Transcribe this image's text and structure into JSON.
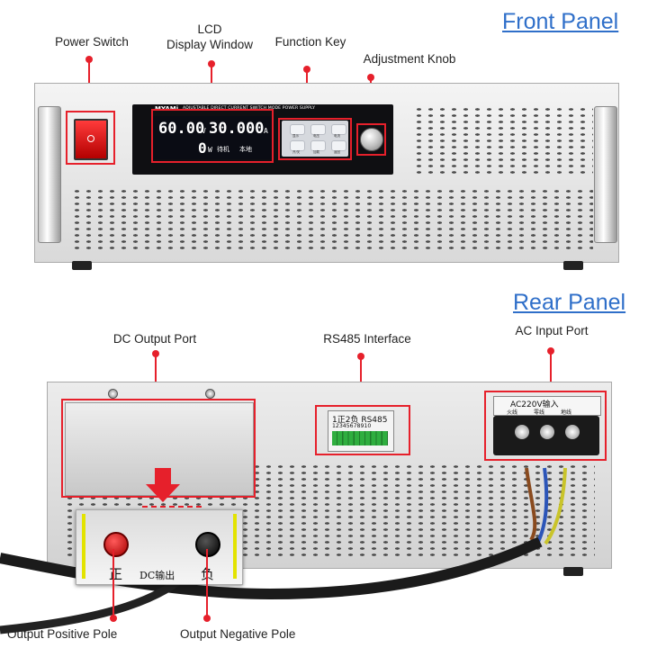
{
  "front_panel": {
    "title": "Front Panel",
    "labels": {
      "power_switch": "Power Switch",
      "lcd_line1": "LCD",
      "lcd_line2": "Display Window",
      "function_key": "Function Key",
      "adjustment_knob": "Adjustment Knob"
    },
    "brand": "MYAMi",
    "device_caption": "ADJUSTABLE DIRECT CURRENT SWITCH MODE POWER SUPPLY",
    "lcd": {
      "voltage": "60.00",
      "voltage_unit": "V",
      "current": "30.000",
      "current_unit": "A",
      "power": "0",
      "power_unit": "W",
      "status1": "待机",
      "status2": "本地"
    },
    "key_labels": [
      "显示",
      "电压",
      "电流",
      "开/关",
      "加载",
      "返回"
    ]
  },
  "rear_panel": {
    "title": "Rear Panel",
    "labels": {
      "dc_output_port": "DC Output Port",
      "rs485_interface": "RS485 Interface",
      "ac_input_port": "AC Input Port",
      "output_positive_pole": "Output Positive Pole",
      "output_negative_pole": "Output Negative Pole"
    },
    "rs485_header": "1正2负 RS485",
    "rs485_pins": "12345678910",
    "ac_header": "AC220V输入",
    "ac_terminals": [
      "火线",
      "零线",
      "地线"
    ],
    "dc_mark_positive": "正",
    "dc_mark_output": "DC输出",
    "dc_mark_negative": "负"
  },
  "colors": {
    "accent_red": "#e6202b",
    "title_blue": "#2f6fc9"
  }
}
